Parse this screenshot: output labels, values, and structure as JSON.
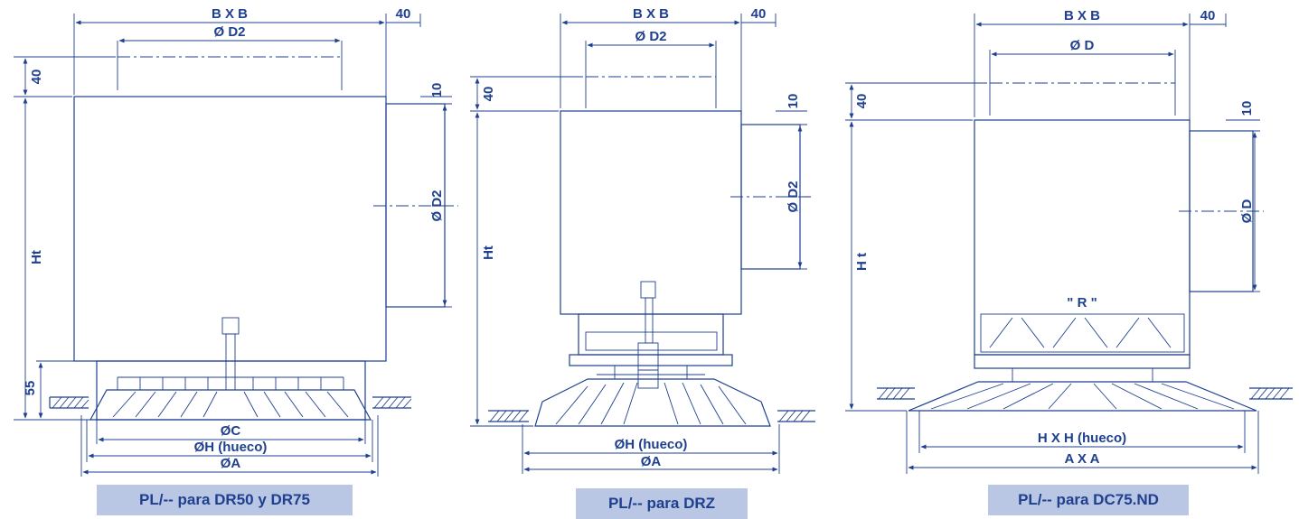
{
  "drawings": [
    {
      "caption": "PL/-- para DR50 y DR75",
      "labels": {
        "bxb": "B X B",
        "d2_top": "Ø D2",
        "forty_top": "40",
        "forty_side": "40",
        "ten": "10",
        "d2_side": "Ø D2",
        "ht": "Ht",
        "fiftyfive": "55",
        "c": "ØC",
        "h": "ØH (hueco)",
        "a": "ØA"
      }
    },
    {
      "caption": "PL/-- para DRZ",
      "labels": {
        "bxb": "B X B",
        "d2_top": "Ø D2",
        "forty_top": "40",
        "forty_side": "40",
        "ten": "10",
        "d2_side": "Ø D2",
        "ht": "Ht",
        "h": "ØH (hueco)",
        "a": "ØA"
      }
    },
    {
      "caption": "PL/-- para DC75.ND",
      "labels": {
        "bxb": "B X B",
        "d_top": "Ø D",
        "forty_top": "40",
        "forty_side": "40",
        "ten": "10",
        "d_side": "Ø D",
        "ht": "H t",
        "r": "\" R \"",
        "h": "H X H (hueco)",
        "a": "A X A"
      }
    }
  ],
  "colors": {
    "line": "#1f3f8f",
    "caption_bg": "#b9c7e4"
  }
}
